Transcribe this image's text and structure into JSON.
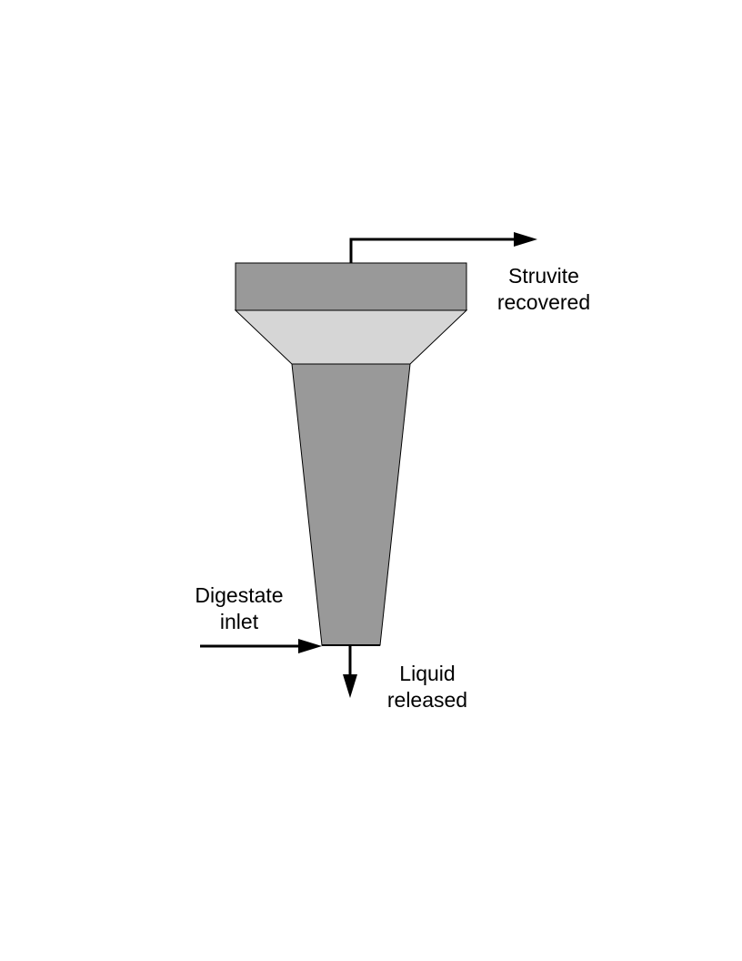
{
  "labels": {
    "struvite": {
      "line1": "Struvite",
      "line2": "recovered"
    },
    "digestate": {
      "line1": "Digestate",
      "line2": "inlet"
    },
    "liquid": {
      "line1": "Liquid",
      "line2": "released"
    }
  },
  "colors": {
    "vessel_dark": "#999999",
    "vessel_light": "#d6d6d6",
    "stroke": "#000000",
    "arrow": "#000000"
  }
}
